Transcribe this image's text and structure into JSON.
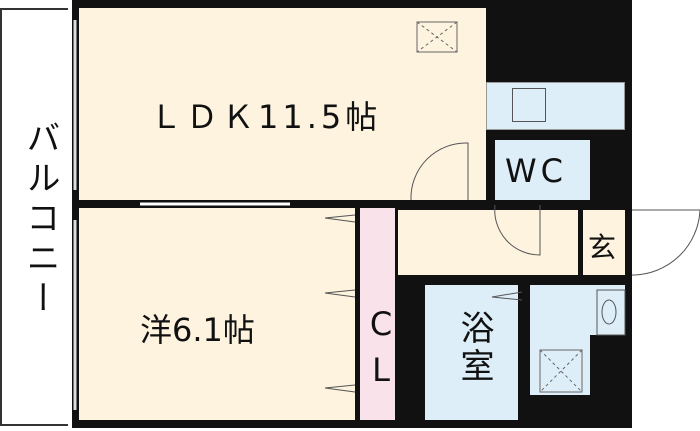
{
  "rooms": {
    "balcony": "バルコニー",
    "ldk": "ＬＤＫ11.5帖",
    "western": "洋6.1帖",
    "closet": "CL",
    "wc": "WC",
    "entrance": "玄",
    "bath": "浴室"
  },
  "colors": {
    "floor": "#fdf3df",
    "wet": "#ddeef8",
    "closet": "#fae2ea",
    "wall": "#111111"
  }
}
